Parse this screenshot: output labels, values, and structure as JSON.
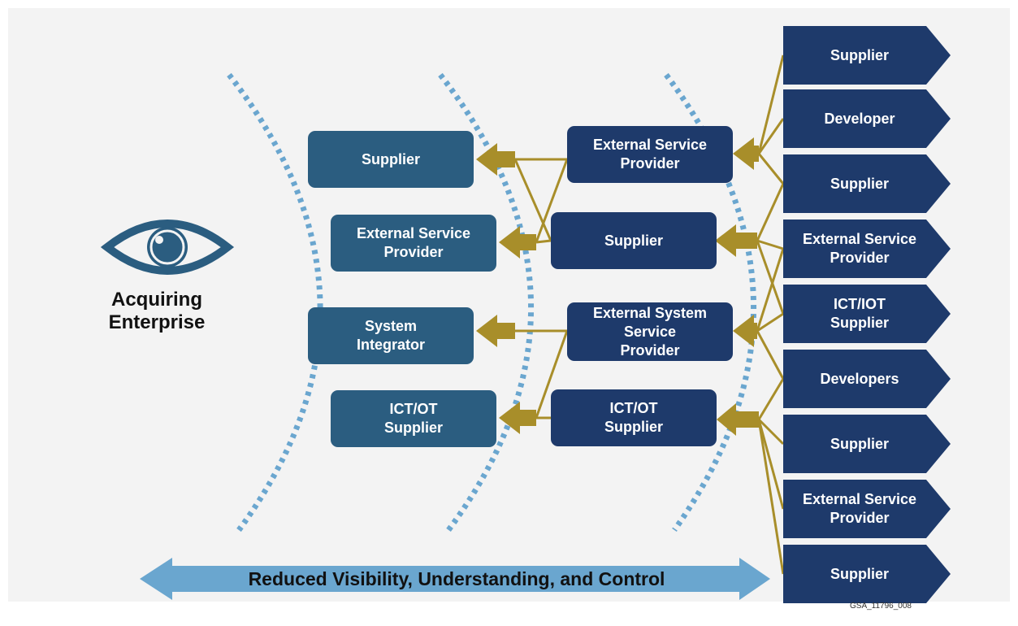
{
  "acquirer": {
    "label_line1": "Acquiring",
    "label_line2": "Enterprise",
    "icon": "eye-icon"
  },
  "tier1": [
    {
      "line1": "Supplier",
      "line2": ""
    },
    {
      "line1": "External Service",
      "line2": "Provider"
    },
    {
      "line1": "System",
      "line2": "Integrator"
    },
    {
      "line1": "ICT/OT",
      "line2": "Supplier"
    }
  ],
  "tier2": [
    {
      "line1": "External Service",
      "line2": "Provider",
      "line3": ""
    },
    {
      "line1": "Supplier",
      "line2": "",
      "line3": ""
    },
    {
      "line1": "External System",
      "line2": "Service",
      "line3": "Provider"
    },
    {
      "line1": "ICT/OT",
      "line2": "Supplier",
      "line3": ""
    }
  ],
  "tier3": [
    {
      "line1": "Supplier",
      "line2": ""
    },
    {
      "line1": "Developer",
      "line2": ""
    },
    {
      "line1": "Supplier",
      "line2": ""
    },
    {
      "line1": "External Service",
      "line2": "Provider"
    },
    {
      "line1": "ICT/IOT",
      "line2": "Supplier"
    },
    {
      "line1": "Developers",
      "line2": ""
    },
    {
      "line1": "Supplier",
      "line2": ""
    },
    {
      "line1": "External Service",
      "line2": "Provider"
    },
    {
      "line1": "Supplier",
      "line2": ""
    }
  ],
  "banner": {
    "text": "Reduced Visibility, Understanding, and Control"
  },
  "image_code": "GSA_11796_008",
  "colors": {
    "tier1_box": "#2b5d80",
    "tier2_box": "#1e3a6b",
    "tier3_box": "#1e3a6b",
    "connector_gold": "#a88e2a",
    "dotted_arc": "#6aa6cf",
    "banner_arrow": "#6aa6cf",
    "eye": "#2b5d80"
  }
}
